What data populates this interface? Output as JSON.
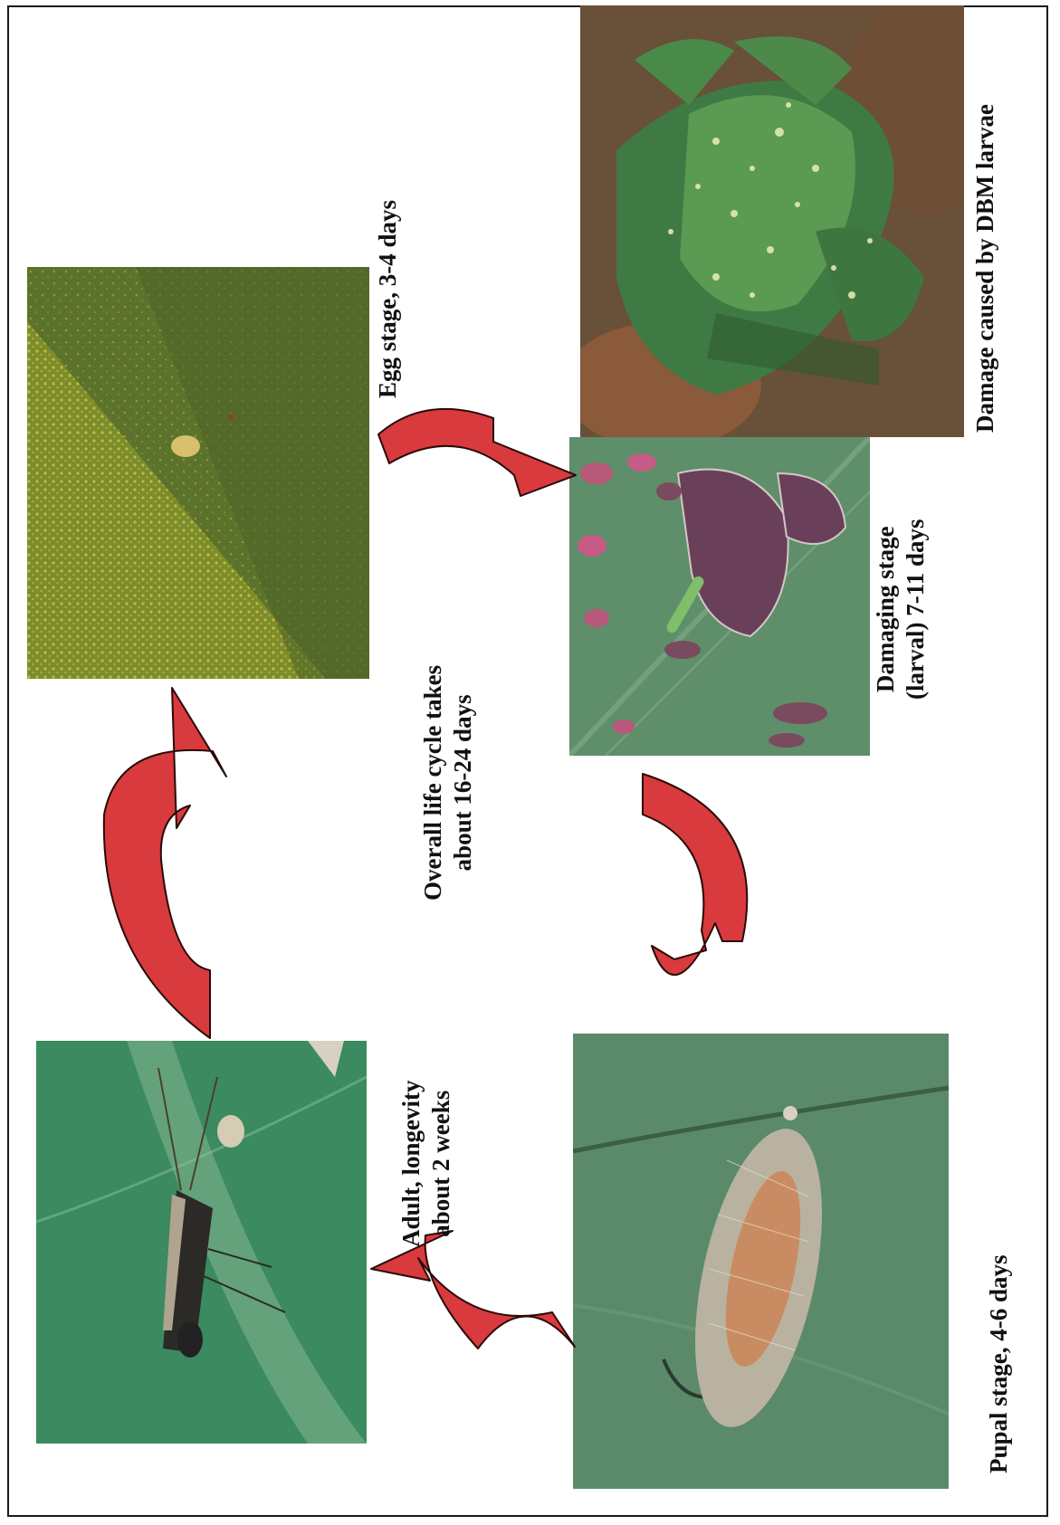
{
  "diagram": {
    "stages": {
      "egg": {
        "caption": "Egg stage, 3-4 days"
      },
      "damage": {
        "caption": "Damage caused by DBM larvae"
      },
      "larval": {
        "caption_line1": "Damaging stage",
        "caption_line2": "(larval) 7-11 days"
      },
      "pupal": {
        "caption": "Pupal stage, 4-6 days"
      },
      "adult": {
        "caption_line1": "Adult, longevity",
        "caption_line2": "about 2 weeks"
      }
    },
    "center": {
      "line1": "Overall life cycle takes",
      "line2": "about 16-24 days"
    },
    "arrow_color": "#d83a3e",
    "arrow_outline": "#2a0a0a",
    "cycle_order": [
      "egg",
      "larval",
      "pupal",
      "adult"
    ]
  }
}
